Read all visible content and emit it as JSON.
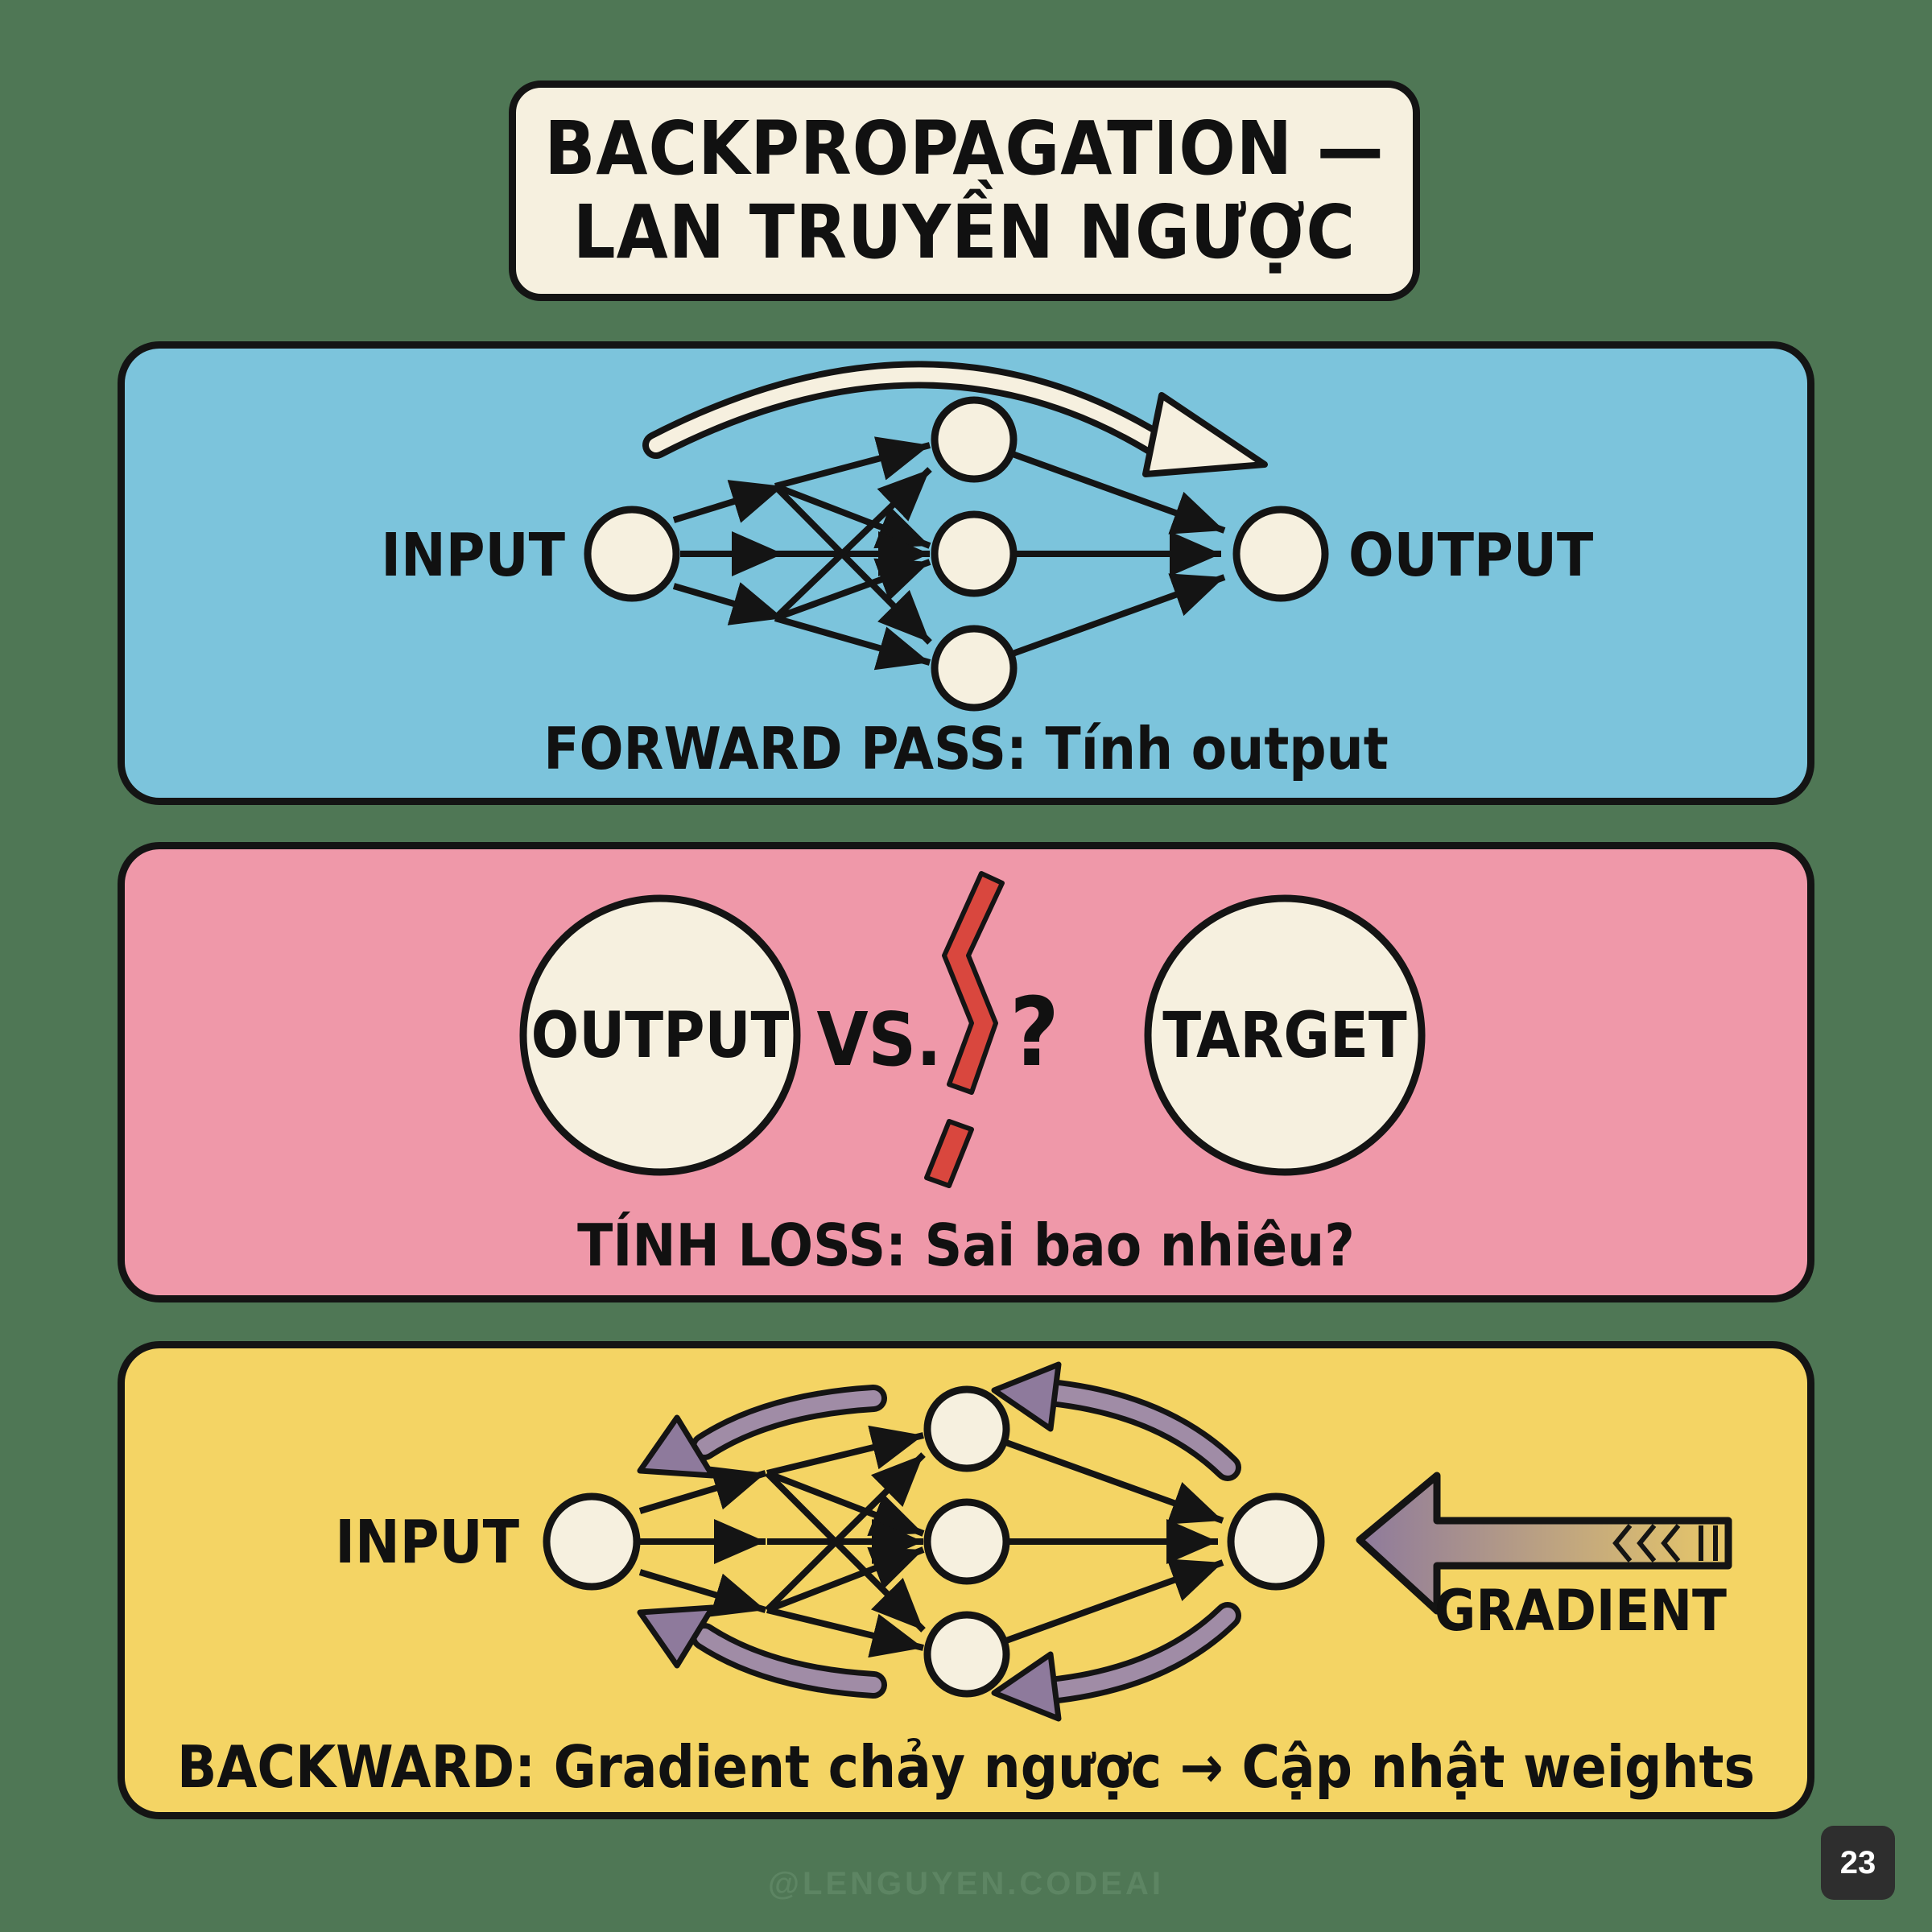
{
  "title": {
    "line1": "BACKPROPAGATION —",
    "line2": "LAN TRUYỀN NGƯỢC"
  },
  "forward": {
    "input_label": "INPUT",
    "output_label": "OUTPUT",
    "caption": "FORWARD PASS: Tính output",
    "color": "#7cc4dc"
  },
  "loss": {
    "output_label": "OUTPUT",
    "vs_label": "VS.",
    "question_mark": "?",
    "target_label": "TARGET",
    "caption": "TÍNH LOSS: Sai bao nhiêu?",
    "color": "#ef98a9",
    "break_color": "#d9473e"
  },
  "backward": {
    "input_label": "INPUT",
    "gradient_label": "GRADIENT",
    "caption": "BACKWARD: Gradient chảy ngược → Cập nhật weights",
    "color": "#f4d464",
    "arrow_color": "#8e7a9c"
  },
  "footer": {
    "handle": "@LENGUYEN.CODEAI",
    "page_number": "23"
  },
  "colors": {
    "background": "#4f7755",
    "node_fill": "#f6f0df",
    "stroke": "#141414"
  }
}
